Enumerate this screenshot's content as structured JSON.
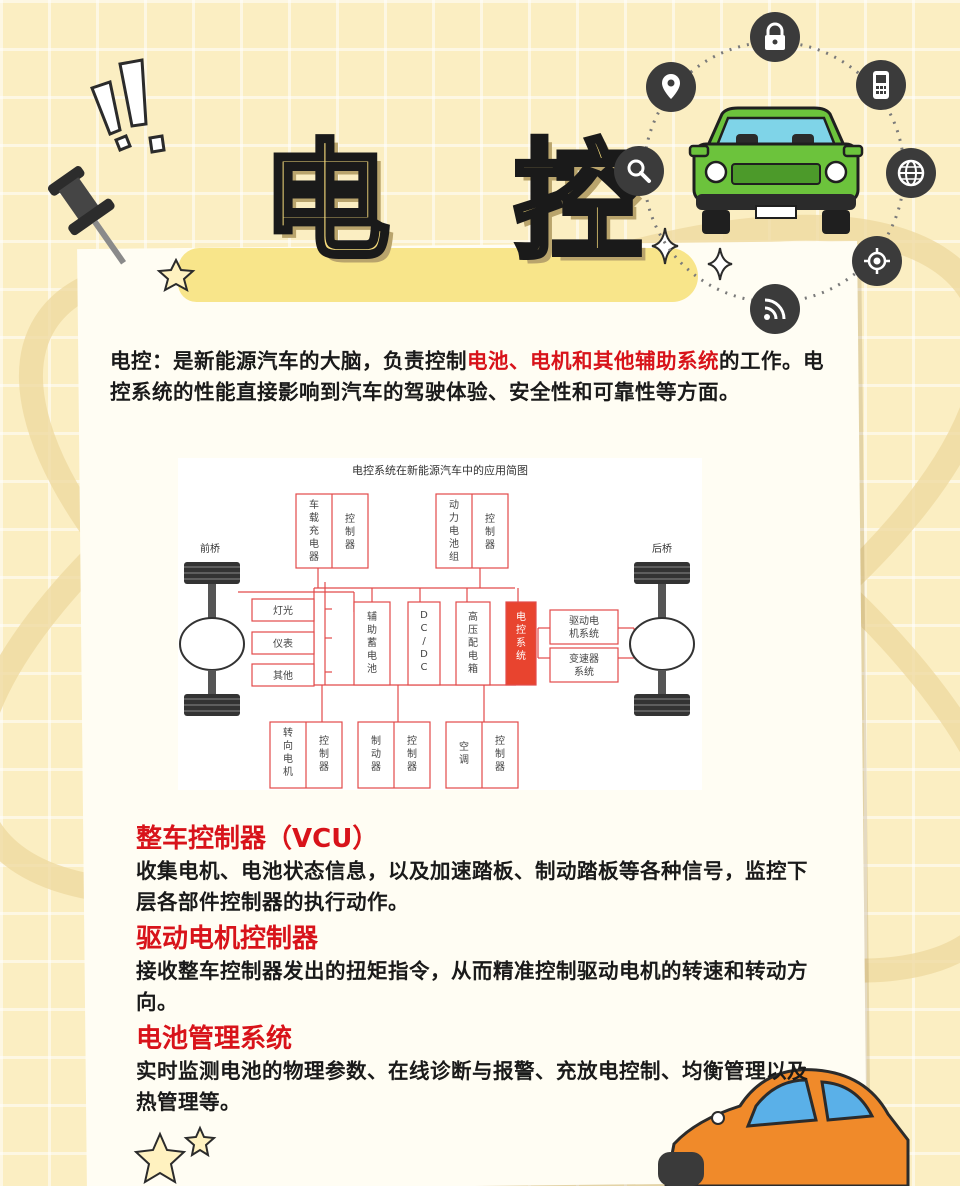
{
  "title": {
    "char1": "电",
    "char2": "控"
  },
  "intro": {
    "lead": "电控：是新能源汽车的大脑，负责控制",
    "highlight": "电池、电机和其他辅助系统",
    "rest": "的工作。电控系统的性能直接影响到汽车的驾驶体验、安全性和可靠性等方面。"
  },
  "diagram": {
    "caption": "电控系统在新能源汽车中的应用简图",
    "front_axle": "前桥",
    "rear_axle": "后桥",
    "top_boxes": [
      {
        "name": "车载充电器",
        "ctrl": "控制器"
      },
      {
        "name": "动力电池组",
        "ctrl": "控制器"
      }
    ],
    "left_boxes": [
      "灯光",
      "仪表",
      "其他"
    ],
    "center_boxes": [
      "辅助蓄电池",
      "DC/DC",
      "高压配电箱",
      "电控系统"
    ],
    "right_boxes": [
      "驱动电机系统",
      "变速器系统"
    ],
    "bottom_boxes": [
      {
        "name": "转向电机",
        "ctrl": "控制器"
      },
      {
        "name": "制动器",
        "ctrl": "控制器"
      },
      {
        "name": "空调",
        "ctrl": "控制器"
      }
    ],
    "colors": {
      "line": "#e24a4a",
      "highlight_fill": "#e8442f",
      "text": "#444444"
    }
  },
  "sections": [
    {
      "heading": "整车控制器（VCU）",
      "body": "收集电机、电池状态信息，以及加速踏板、制动踏板等各种信号，监控下层各部件控制器的执行动作。"
    },
    {
      "heading": "驱动电机控制器",
      "body": "接收整车控制器发出的扭矩指令，从而精准控制驱动电机的转速和转动方向。"
    },
    {
      "heading": "电池管理系统",
      "body": "实时监测电池的物理参数、在线诊断与报警、充放电控制、均衡管理以及热管理等。"
    }
  ],
  "icons": [
    "lock-icon",
    "location-pin-icon",
    "phone-icon",
    "search-icon",
    "globe-icon",
    "target-icon",
    "wifi-signal-icon"
  ],
  "colors": {
    "accent_red": "#d8131a",
    "background": "#fbeec2",
    "paper": "#fffdf3",
    "title_fill": "#f7dc7c",
    "car_green": "#6cc33c",
    "car_orange": "#f08a2a"
  }
}
